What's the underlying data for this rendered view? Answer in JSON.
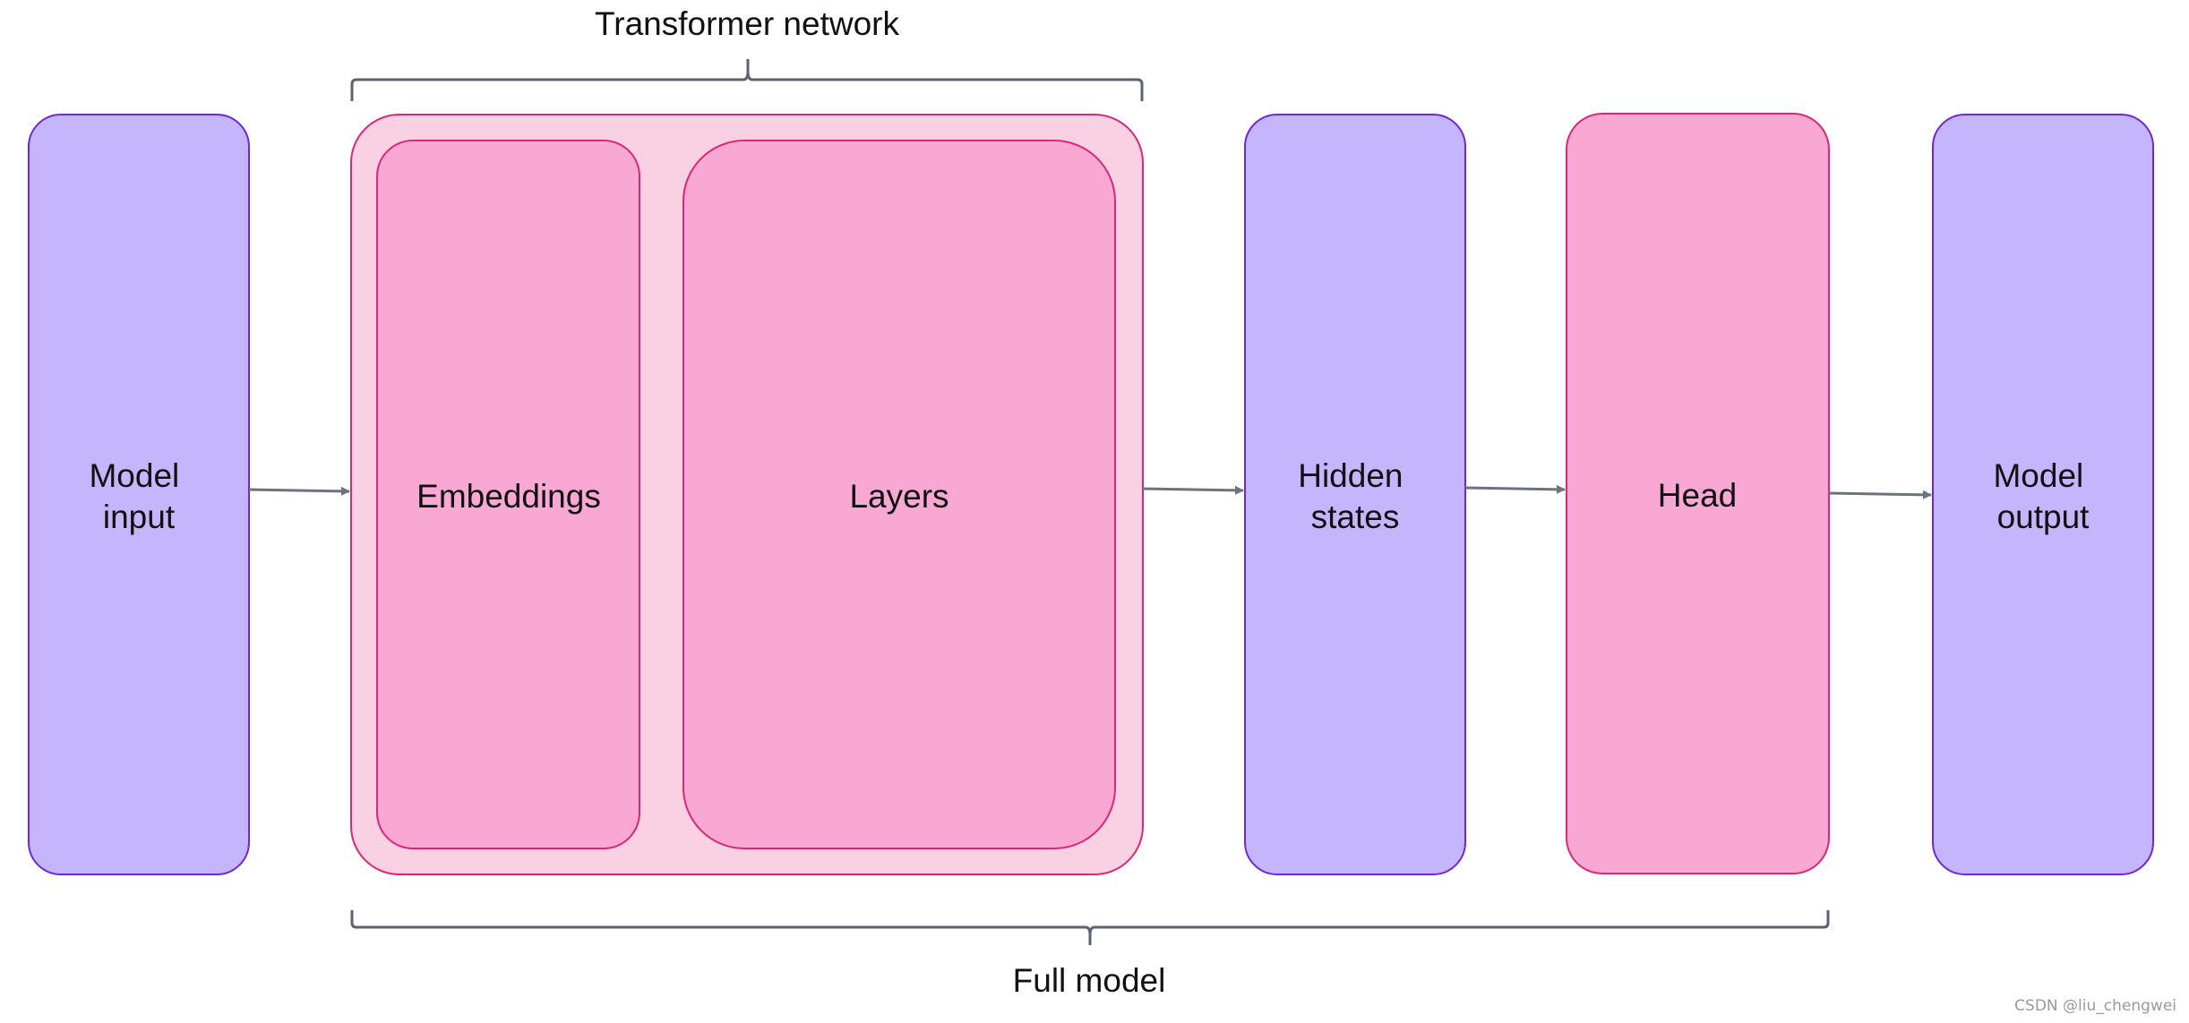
{
  "blocks": {
    "model_input": [
      "Model",
      "input"
    ],
    "embeddings": "Embeddings",
    "layers": "Layers",
    "hidden_states": [
      "Hidden",
      "states"
    ],
    "head": "Head",
    "model_output": [
      "Model",
      "output"
    ]
  },
  "brackets": {
    "transformer_network": "Transformer network",
    "full_model": "Full model"
  },
  "watermark": "CSDN @liu_chengwei",
  "colors": {
    "purple_fill": "#c4b5fd",
    "purple_stroke": "#6d28d9",
    "pink_fill": "#f9a8d4",
    "pink_light_fill": "#f9d1e3",
    "pink_stroke": "#db2777",
    "arrow": "#6b7280"
  }
}
